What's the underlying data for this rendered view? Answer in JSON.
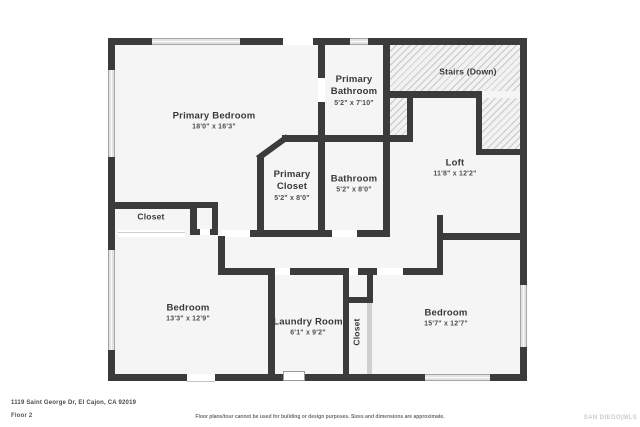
{
  "rooms": [
    {
      "name": "Primary Bedroom",
      "dims": "18'0\" x 16'3\""
    },
    {
      "name": "Primary Bathroom",
      "dims": "5'2\" x 7'10\""
    },
    {
      "name": "Stairs (Down)",
      "dims": ""
    },
    {
      "name": "Loft",
      "dims": "11'8\" x 12'2\""
    },
    {
      "name": "Primary Closet",
      "dims": "5'2\" x 8'0\""
    },
    {
      "name": "Bathroom",
      "dims": "5'2\" x 8'0\""
    },
    {
      "name": "Closet",
      "dims": ""
    },
    {
      "name": "Bedroom",
      "dims": "13'3\" x 12'9\""
    },
    {
      "name": "Laundry Room",
      "dims": "6'1\" x 9'2\""
    },
    {
      "name": "Closet",
      "dims": ""
    },
    {
      "name": "Bedroom",
      "dims": "15'7\" x 12'7\""
    }
  ],
  "footer": {
    "address": "1119 Saint George Dr, El Cajon, CA 92019",
    "floor_label": "Floor 2",
    "disclaimer": "Floor plans/tour cannot be used for building or design purposes. Sizes and dimensions are approximate.",
    "brand": "SAN DIEGO|MLS"
  },
  "colors": {
    "wall": "#3b3b3b",
    "floor": "#f5f5f5",
    "window": "#e2e2e2",
    "hatch_line": "#c7c7c7"
  }
}
